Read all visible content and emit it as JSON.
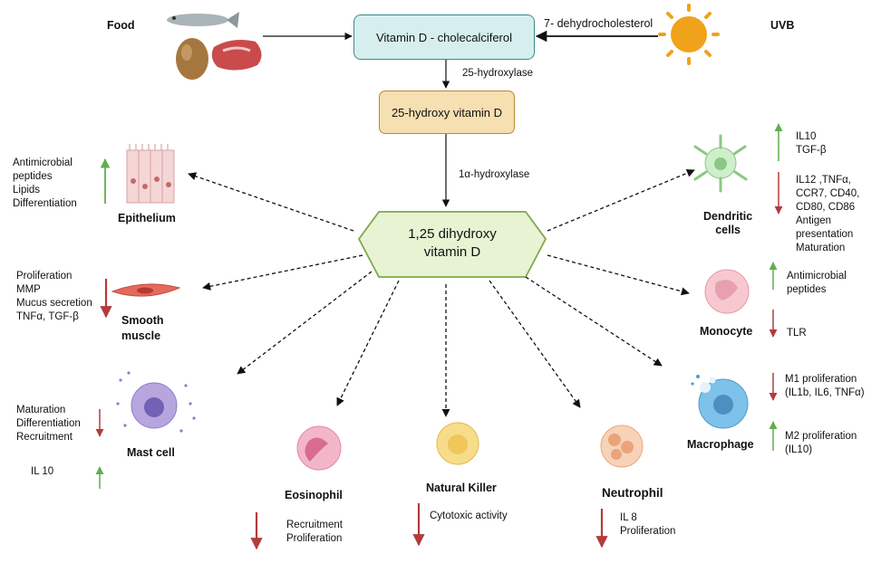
{
  "top": {
    "food_label": "Food",
    "uvb_label": "UVB",
    "cholecalciferol": "Vitamin D - cholecalciferol",
    "dehydrocholesterol": "7- dehydrocholesterol",
    "hydroxylase_25": "25-hydroxylase",
    "hydroxy_vitamin_d": "25-hydroxy vitamin D",
    "hydroxylase_1a": "1α-hydroxylase",
    "dihydroxy_line1": "1,25 dihydroxy",
    "dihydroxy_line2": "vitamin D"
  },
  "colors": {
    "up_arrow": "#5fae4e",
    "down_arrow": "#b53a3a",
    "dihydroxy_fill": "#e8f3d4",
    "dihydroxy_stroke": "#7fa84a"
  },
  "cells": {
    "epithelium": {
      "name": "Epithelium",
      "up": "Antimicrobial\npeptides\nLipids\nDifferentiation"
    },
    "smooth_muscle": {
      "name": "Smooth\nmuscle",
      "down": "Proliferation\nMMP\nMucus secretion\nTNFα, TGF-β"
    },
    "mast_cell": {
      "name": "Mast cell",
      "down": "Maturation\nDifferentiation\nRecruitment",
      "up": "IL 10"
    },
    "eosinophil": {
      "name": "Eosinophil",
      "down": "Recruitment\nProliferation"
    },
    "natural_killer": {
      "name": "Natural Killer",
      "down": "Cytotoxic activity"
    },
    "neutrophil": {
      "name": "Neutrophil",
      "down": "IL 8\nProliferation"
    },
    "dendritic": {
      "name": "Dendritic\ncells",
      "up": "IL10\nTGF-β",
      "down": "IL12 ,TNFα,\nCCR7, CD40,\nCD80, CD86\nAntigen\npresentation\nMaturation"
    },
    "monocyte": {
      "name": "Monocyte",
      "up": "Antimicrobial\npeptides",
      "down": "TLR"
    },
    "macrophage": {
      "name": "Macrophage",
      "down": "M1 proliferation\n(IL1b, IL6, TNFα)",
      "up": "M2 proliferation\n(IL10)"
    }
  }
}
